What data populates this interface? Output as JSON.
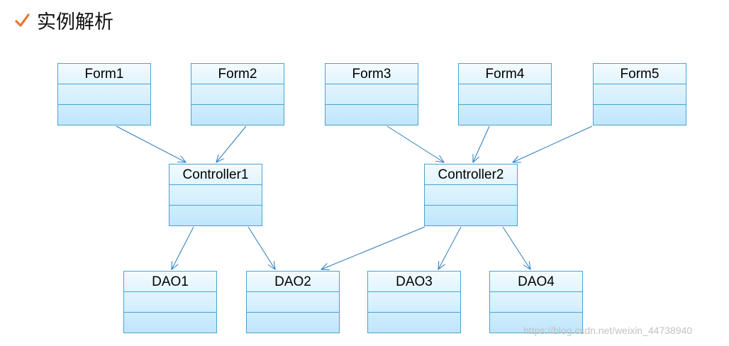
{
  "header": {
    "title": "实例解析",
    "icon": "check-icon",
    "accent_color": "#e8792f"
  },
  "nodes": {
    "form1": "Form1",
    "form2": "Form2",
    "form3": "Form3",
    "form4": "Form4",
    "form5": "Form5",
    "controller1": "Controller1",
    "controller2": "Controller2",
    "dao1": "DAO1",
    "dao2": "DAO2",
    "dao3": "DAO3",
    "dao4": "DAO4"
  },
  "edges": [
    [
      "form1",
      "controller1"
    ],
    [
      "form2",
      "controller1"
    ],
    [
      "form3",
      "controller2"
    ],
    [
      "form4",
      "controller2"
    ],
    [
      "form5",
      "controller2"
    ],
    [
      "controller1",
      "dao1"
    ],
    [
      "controller1",
      "dao2"
    ],
    [
      "controller2",
      "dao2"
    ],
    [
      "controller2",
      "dao3"
    ],
    [
      "controller2",
      "dao4"
    ]
  ],
  "colors": {
    "box_border": "#4aa3cf",
    "box_fill": "#d6f0fd",
    "arrow": "#2a7ab8"
  },
  "watermark": "https://blog.csdn.net/weixin_44738940"
}
